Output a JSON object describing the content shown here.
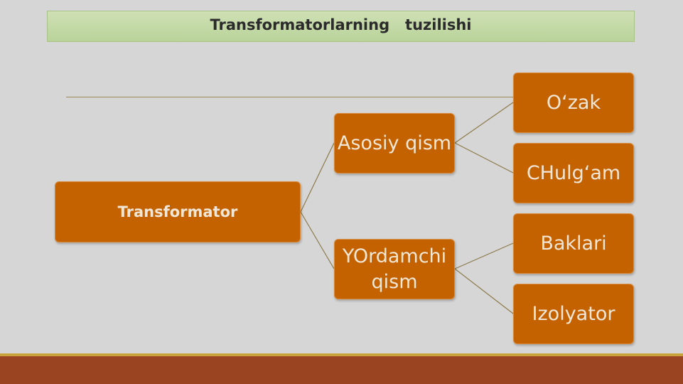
{
  "title": "Transformatorlarning   tuzilishi",
  "diagram": {
    "root": "Transformator",
    "asosiy": {
      "label": "Asosiy qism",
      "children": [
        "O‘zak",
        "CHulg‘am"
      ]
    },
    "yordamchi": {
      "label": "YOrdamchi qism",
      "children": [
        "Baklari",
        "Izolyator"
      ]
    }
  },
  "colors": {
    "node_fill": "#c46200",
    "node_text": "#f2e6d6",
    "title_bar": "#c4dba6",
    "footer": "#9b4422",
    "background": "#d6d6d6",
    "connector": "#8c7a4a"
  }
}
